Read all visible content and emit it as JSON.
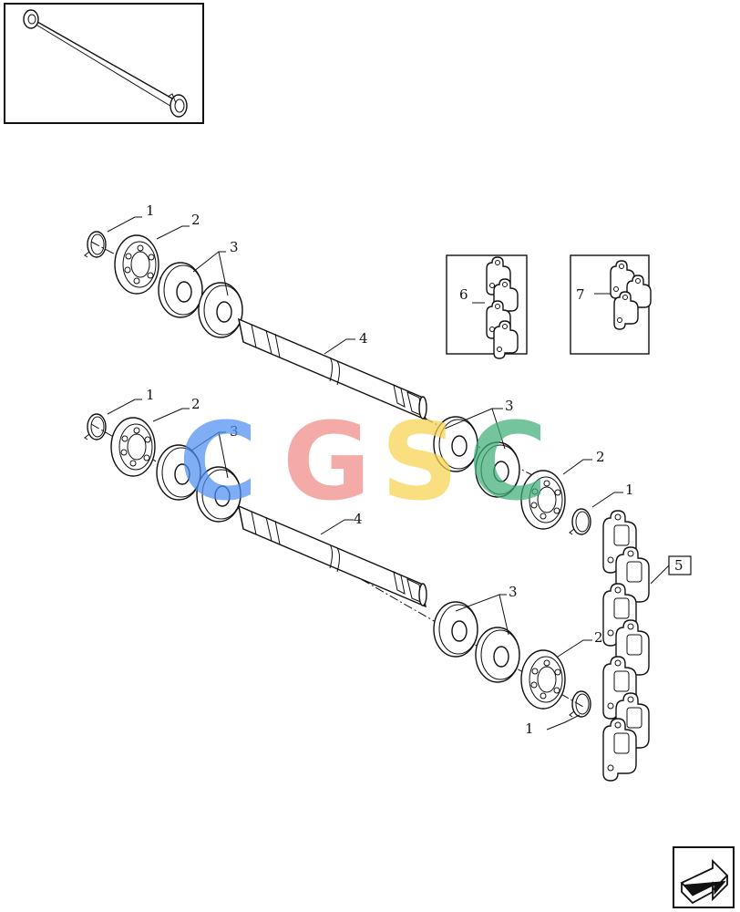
{
  "callouts": {
    "one": "1",
    "two": "2",
    "three": "3",
    "four": "4",
    "five": "5",
    "six": "6",
    "seven": "7"
  },
  "watermark": {
    "letters": [
      "C",
      "G",
      "S",
      "C"
    ],
    "colors": [
      "#4f8ff0",
      "#f08a86",
      "#f7d44e",
      "#3fae7a"
    ]
  },
  "icons": [
    "shaft-thumbnail-icon",
    "next-page-arrow-icon"
  ]
}
